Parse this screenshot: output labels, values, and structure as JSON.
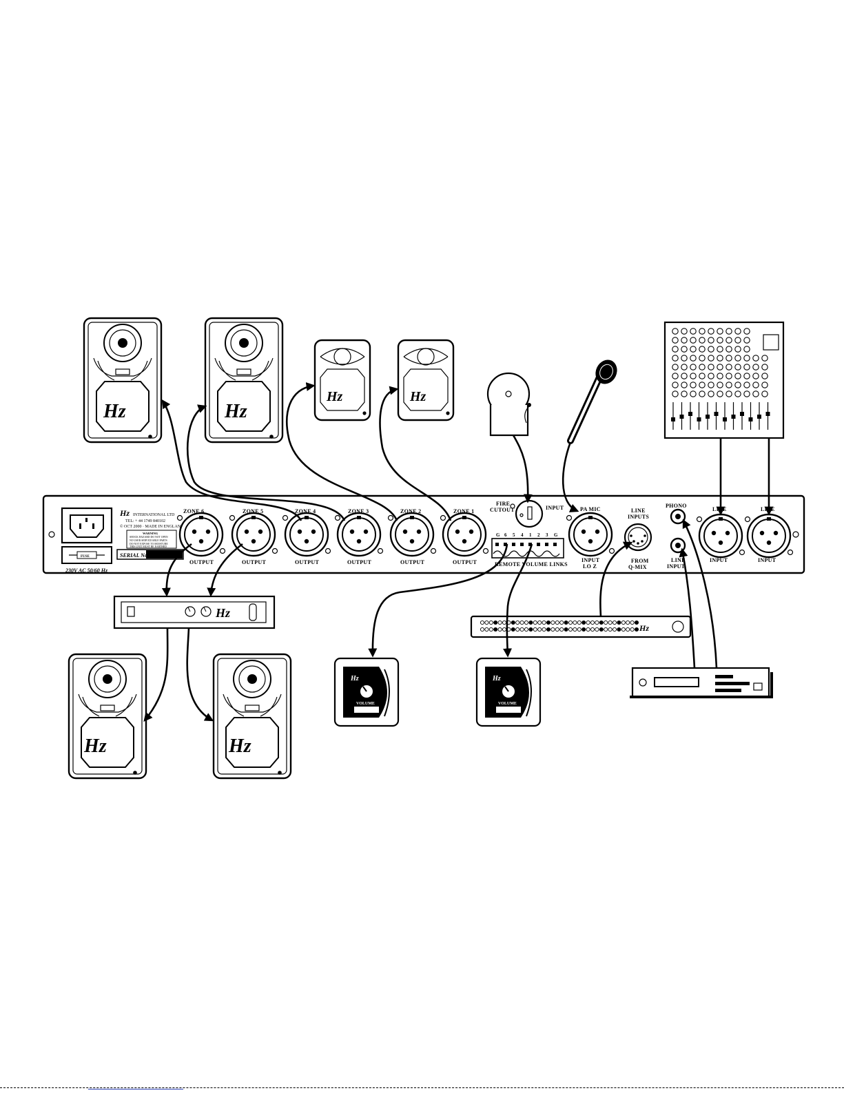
{
  "panel": {
    "brand": "Hz",
    "company": "INTERNATIONAL LTD",
    "tel": "TEL: + 44 1749 840102",
    "copyright": "© OCT 2000 · MADE IN ENGLAND",
    "warning_title": "WARNING",
    "warning_lines": [
      "SHOCK HAZARD DO NOT OPEN",
      "NO USER SERVICEABLE PARTS",
      "DO NOT EXPOSE TO MOISTURE",
      "THIS UNIT MUST BE EARTHED"
    ],
    "serial_label": "SERIAL No",
    "power_label": "230V AC 50/60 Hz",
    "fuse_label": "FUSE",
    "zones": [
      {
        "label": "ZONE 6",
        "sub": "OUTPUT"
      },
      {
        "label": "ZONE 5",
        "sub": "OUTPUT"
      },
      {
        "label": "ZONE 4",
        "sub": "OUTPUT"
      },
      {
        "label": "ZONE 3",
        "sub": "OUTPUT"
      },
      {
        "label": "ZONE 2",
        "sub": "OUTPUT"
      },
      {
        "label": "ZONE 1",
        "sub": "OUTPUT"
      }
    ],
    "fire_cutout": [
      "FIRE",
      "CUTOUT"
    ],
    "fire_input": "INPUT",
    "terminal_labels": [
      "G",
      "6",
      "5",
      "4",
      "1",
      "2",
      "3",
      "G"
    ],
    "remote_links": "REMOTE VOLUME LINKS",
    "pa_mic": "PA MIC",
    "pa_input": [
      "INPUT",
      "LO Z"
    ],
    "line_inputs": [
      "LINE",
      "INPUTS"
    ],
    "from_qmix": [
      "FROM",
      "Q-MIX"
    ],
    "phono": "PHONO",
    "line_input_small": [
      "LINE",
      "INPUT"
    ],
    "line_label": "LINE",
    "input_label": "INPUT"
  },
  "devices": {
    "speaker_logo": "Hz",
    "volume_label": "VOLUME",
    "amp_logo": "Hz"
  }
}
